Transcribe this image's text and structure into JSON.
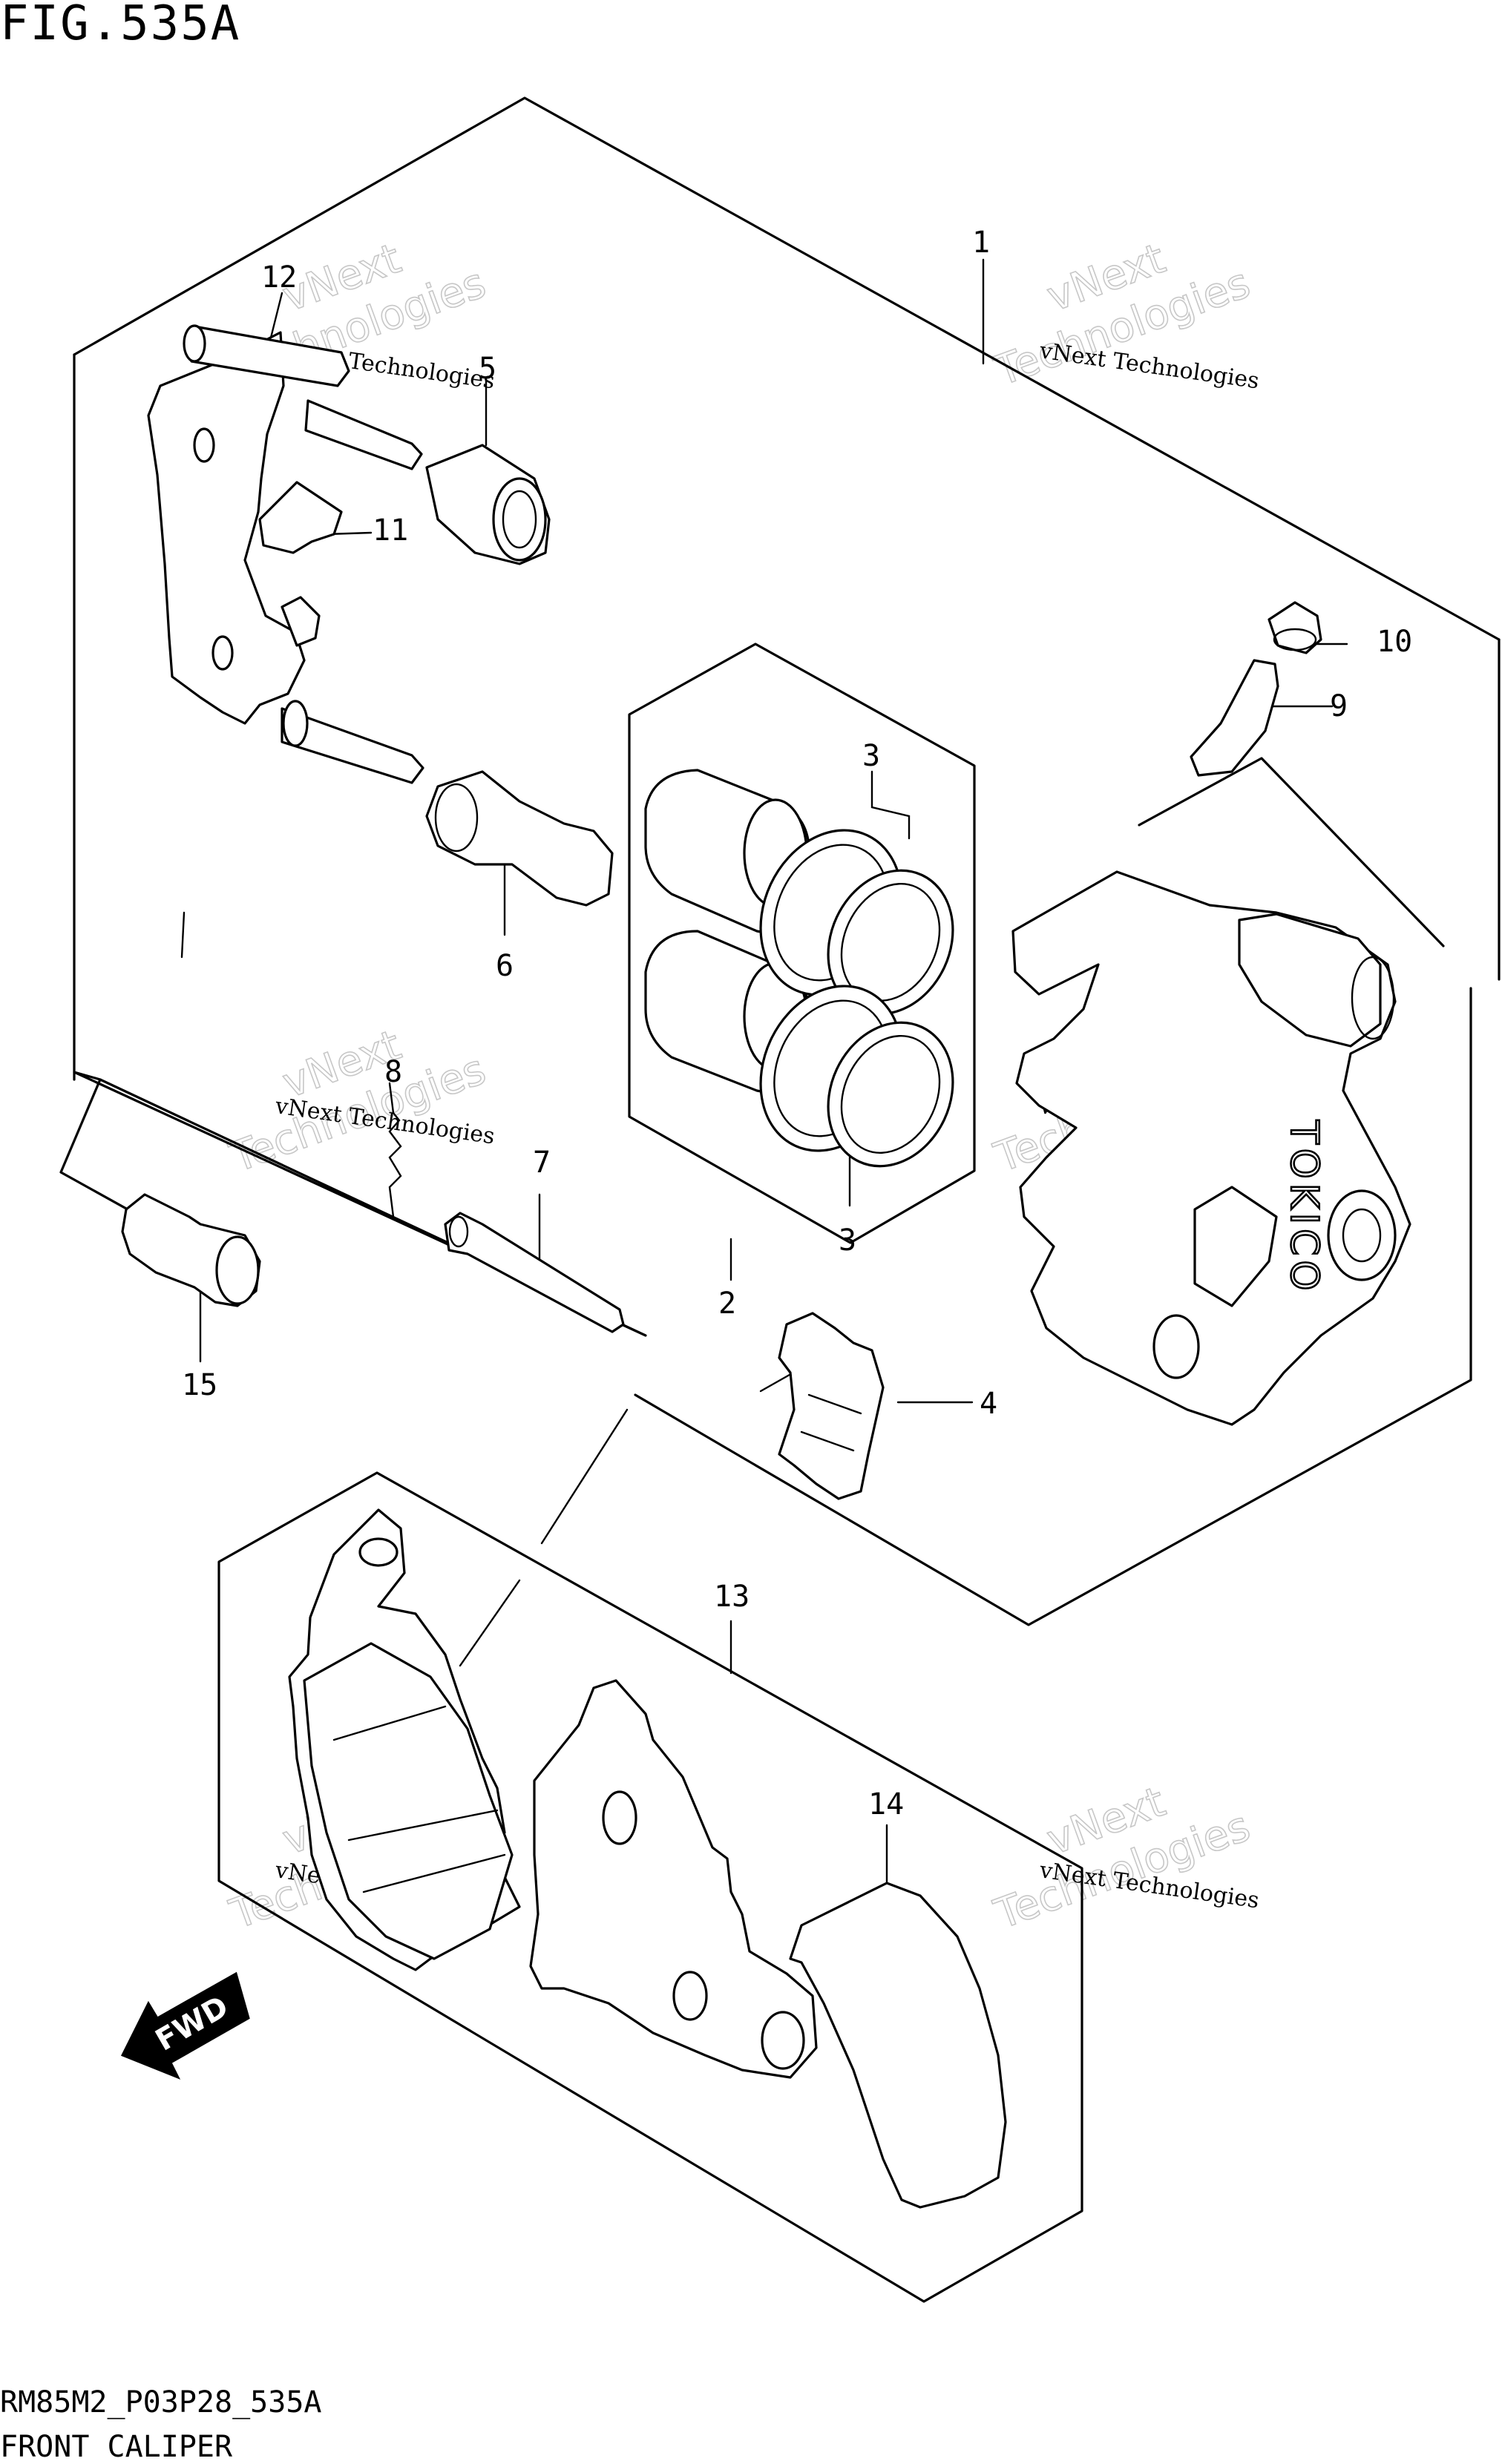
{
  "figure": {
    "title": "FIG.535A",
    "code": "RM85M2_P03P28_535A",
    "caption": "FRONT CALIPER"
  },
  "callouts": [
    "1",
    "2",
    "3",
    "3",
    "4",
    "5",
    "6",
    "7",
    "8",
    "9",
    "10",
    "11",
    "12",
    "13",
    "14",
    "15"
  ],
  "watermark": {
    "line1": "vNext Technologies",
    "line2": "vNext",
    "line3": "Technologies"
  },
  "caliper_brand": "TOKICO",
  "fwd_label": "FWD"
}
